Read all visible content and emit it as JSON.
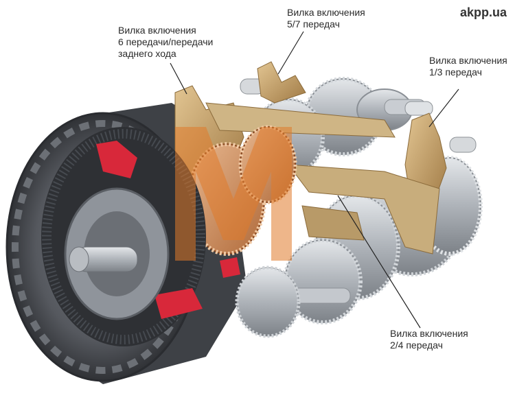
{
  "brand": "akpp.ua",
  "labels": {
    "fork_6_reverse": {
      "line1": "Вилка включения",
      "line2": "6 передачи/передачи",
      "line3": "заднего хода"
    },
    "fork_5_7": {
      "line1": "Вилка включения",
      "line2": "5/7 передач"
    },
    "fork_1_3": {
      "line1": "Вилка включения",
      "line2": "1/3 передач"
    },
    "fork_2_4": {
      "line1": "Вилка включения",
      "line2": "2/4 передач"
    }
  },
  "colors": {
    "fork": "#c8a46c",
    "fork_dark": "#8a6a3a",
    "red_part": "#d8283a",
    "steel": "#b8bdc4",
    "dark_metal": "#4a4d52",
    "watermark": "#e07a2a"
  }
}
